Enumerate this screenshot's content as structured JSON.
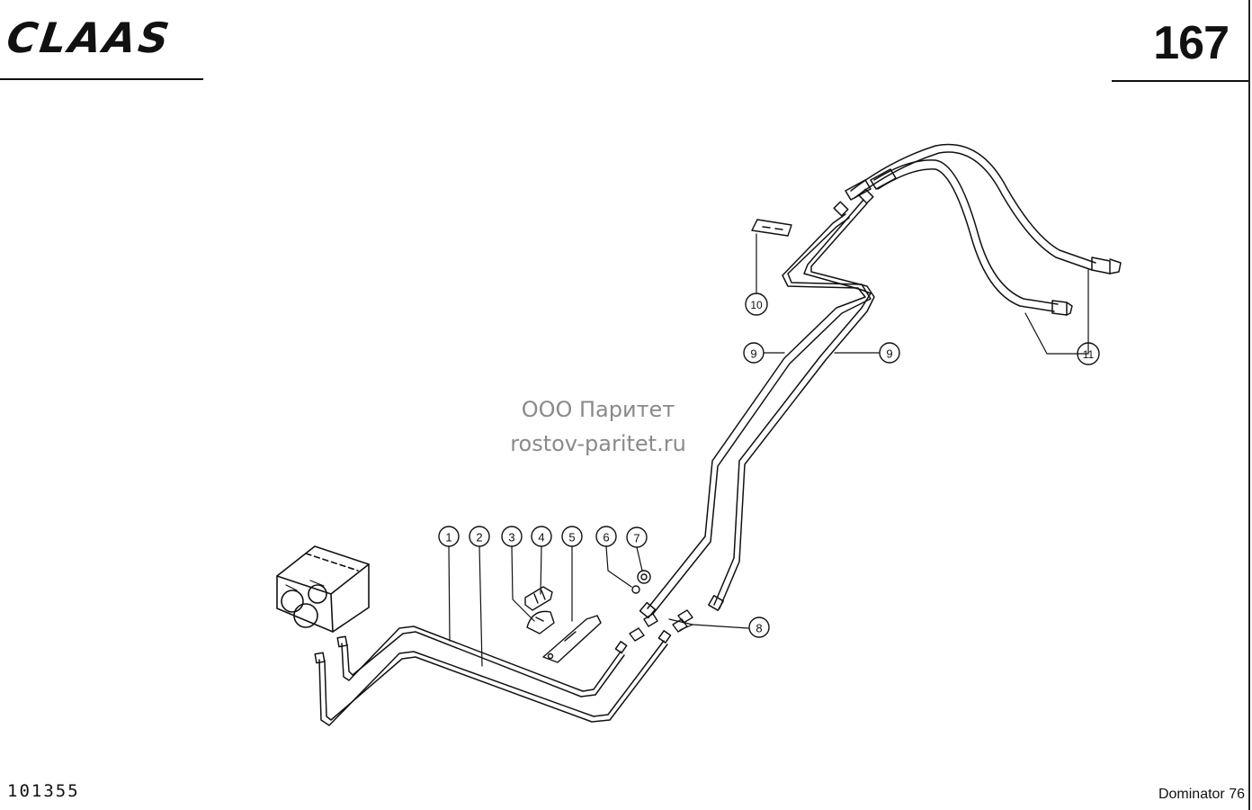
{
  "header": {
    "brand_logo": "CLAAS",
    "page_number": "167"
  },
  "footer": {
    "document_number": "101355",
    "model": "Dominator 76"
  },
  "watermark": {
    "line1": "ООО Паритет",
    "line2": "rostov-paritet.ru"
  },
  "callouts": [
    {
      "id": "c1",
      "label": "1"
    },
    {
      "id": "c2",
      "label": "2"
    },
    {
      "id": "c3",
      "label": "3"
    },
    {
      "id": "c4",
      "label": "4"
    },
    {
      "id": "c5",
      "label": "5"
    },
    {
      "id": "c6",
      "label": "6"
    },
    {
      "id": "c7",
      "label": "7"
    },
    {
      "id": "c8",
      "label": "8"
    },
    {
      "id": "c9a",
      "label": "9"
    },
    {
      "id": "c9b",
      "label": "9"
    },
    {
      "id": "c10",
      "label": "10"
    },
    {
      "id": "c11",
      "label": "11"
    }
  ],
  "colors": {
    "ink": "#111111",
    "watermark": "#8a8a8a",
    "paper": "#ffffff"
  }
}
